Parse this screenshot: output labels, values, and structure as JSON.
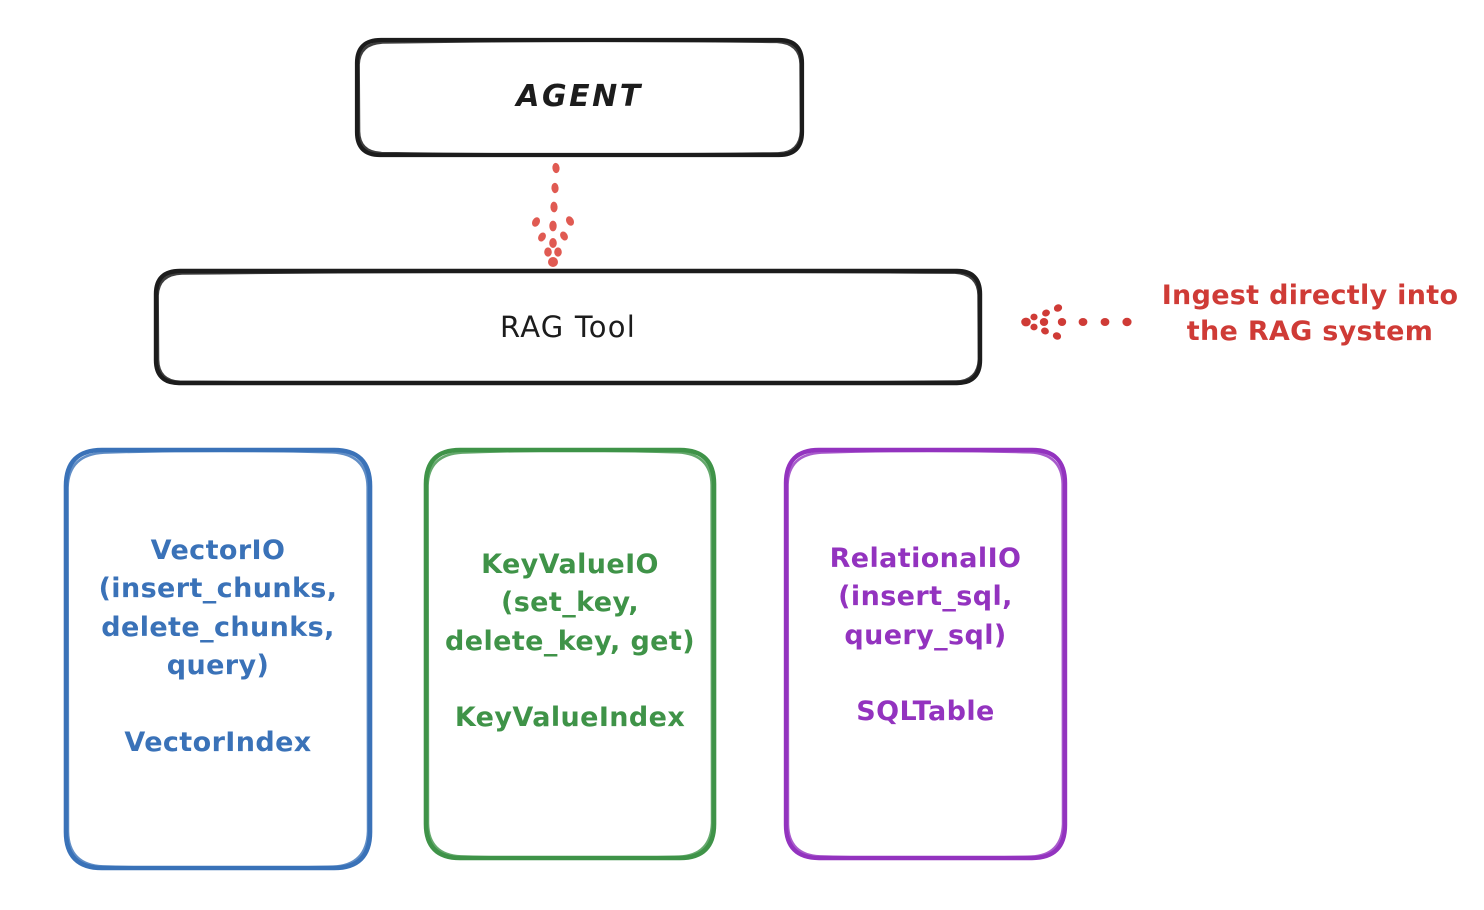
{
  "diagram": {
    "title_nodes": {
      "agent": "AGENT",
      "rag_tool": "RAG Tool"
    },
    "nodes": [
      {
        "id": "agent",
        "label": "AGENT",
        "color": "#1c1c1c",
        "shape": "rounded-rectangle"
      },
      {
        "id": "rag-tool",
        "label": "RAG Tool",
        "color": "#1c1c1c",
        "shape": "rounded-rectangle"
      },
      {
        "id": "vectorio",
        "label": "VectorIO\n(insert_chunks,\ndelete_chunks,\nquery)\n\nVectorIndex",
        "interface": "VectorIO",
        "methods": [
          "insert_chunks",
          "delete_chunks",
          "query"
        ],
        "index": "VectorIndex",
        "color": "#3a72b8",
        "shape": "rounded-rectangle"
      },
      {
        "id": "keyvalueio",
        "label": "KeyValueIO\n(set_key,\ndelete_key, get)\n\nKeyValueIndex",
        "interface": "KeyValueIO",
        "methods": [
          "set_key",
          "delete_key",
          "get"
        ],
        "index": "KeyValueIndex",
        "color": "#3f9348",
        "shape": "rounded-rectangle"
      },
      {
        "id": "relationalio",
        "label": "RelationalIO\n(insert_sql,\nquery_sql)\n\nSQLTable",
        "interface": "RelationalIO",
        "methods": [
          "insert_sql",
          "query_sql"
        ],
        "index": "SQLTable",
        "color": "#9333bf",
        "shape": "rounded-rectangle"
      }
    ],
    "annotation": {
      "text": "Ingest directly into\nthe RAG system",
      "color": "#cf3b36"
    },
    "edges": [
      {
        "id": "agent-to-rag-tool",
        "from": "agent",
        "to": "rag-tool",
        "style": "dotted",
        "arrow": "down",
        "color": "#e05a52"
      },
      {
        "id": "annotation-to-rag-tool",
        "from": "annotation",
        "to": "rag-tool",
        "style": "dotted",
        "arrow": "left",
        "color": "#cf3b36"
      }
    ],
    "colors": {
      "background": "#ffffff",
      "stroke_dark": "#1c1c1c",
      "blue": "#3a72b8",
      "green": "#3f9348",
      "purple": "#9333bf",
      "red": "#cf3b36",
      "red_arrow": "#e05a52"
    }
  }
}
